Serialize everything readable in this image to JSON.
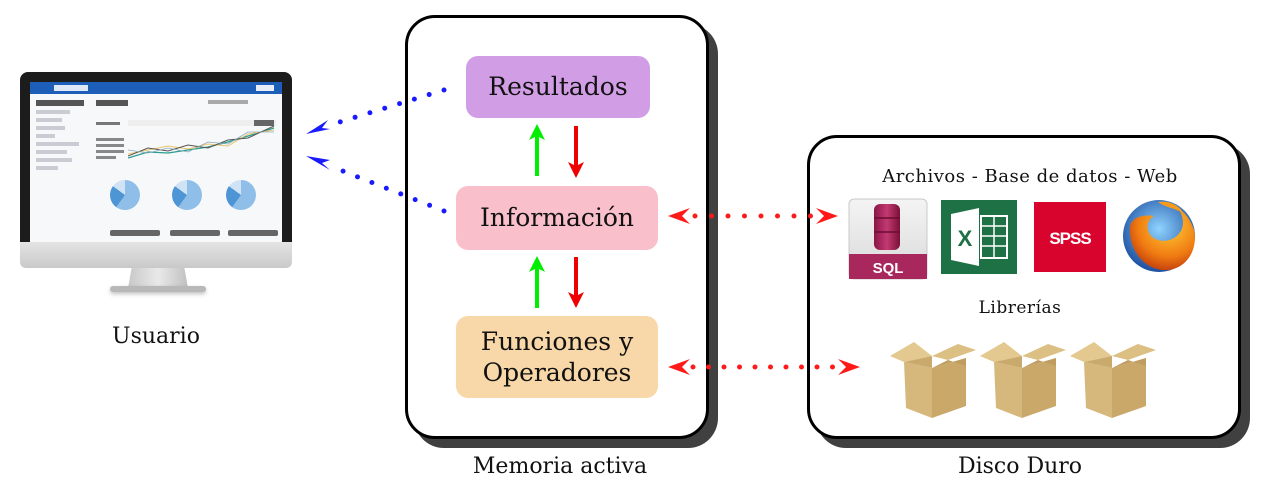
{
  "diagram": {
    "user": {
      "label": "Usuario",
      "icon": "desktop-monitor-dashboard-icon"
    },
    "memory": {
      "label": "Memoria activa",
      "nodes": [
        {
          "id": "resultados",
          "label": "Resultados",
          "color": "#d19ee6"
        },
        {
          "id": "informacion",
          "label": "Información",
          "color": "#f9c0cc"
        },
        {
          "id": "funciones",
          "label_line1": "Funciones y",
          "label_line2": "Operadores",
          "color": "#f8d8a8"
        }
      ],
      "edges": [
        {
          "from": "informacion",
          "to": "resultados",
          "color": "#00ee00",
          "direction": "up"
        },
        {
          "from": "resultados",
          "to": "informacion",
          "color": "#ee0000",
          "direction": "down"
        },
        {
          "from": "funciones",
          "to": "informacion",
          "color": "#00ee00",
          "direction": "up"
        },
        {
          "from": "informacion",
          "to": "funciones",
          "color": "#ee0000",
          "direction": "down"
        }
      ]
    },
    "disk": {
      "label": "Disco Duro",
      "sources_heading": "Archivos - Base de datos - Web",
      "sources": [
        {
          "name": "SQL",
          "icon": "sql-database-icon"
        },
        {
          "name": "Excel",
          "icon": "excel-icon",
          "glyph": "X"
        },
        {
          "name": "SPSS",
          "icon": "spss-icon"
        },
        {
          "name": "Firefox",
          "icon": "firefox-icon"
        }
      ],
      "libraries_heading": "Librerías",
      "libraries": [
        {
          "icon": "cardboard-box-icon"
        },
        {
          "icon": "cardboard-box-icon"
        },
        {
          "icon": "cardboard-box-icon"
        }
      ]
    },
    "connections": [
      {
        "from": "resultados",
        "to": "usuario",
        "style": "dotted",
        "color": "#1a1aff"
      },
      {
        "from": "informacion",
        "to": "usuario",
        "style": "dotted",
        "color": "#1a1aff"
      },
      {
        "from": "informacion",
        "to": "sources",
        "style": "dotted-bidirectional",
        "color": "#ff1a1a"
      },
      {
        "from": "funciones",
        "to": "libraries",
        "style": "dotted-bidirectional",
        "color": "#ff1a1a"
      }
    ]
  }
}
